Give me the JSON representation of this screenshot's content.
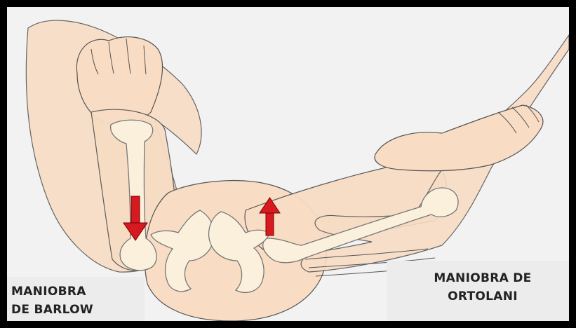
{
  "labels": {
    "barlow": [
      "MANIOBRA",
      "DE BARLOW"
    ],
    "ortolani": [
      "MANIOBRA DE",
      "ORTOLANI"
    ]
  },
  "colors": {
    "skin": "#f8dcc4",
    "skin_dark": "#edc6a6",
    "outline": "#555555",
    "bone": "#faf0dc",
    "bone_outline": "#777777",
    "arrow": "#d71920",
    "arrow_outline": "#7a0000",
    "background": "#f2f2f2",
    "label_bg": "#ececec"
  }
}
